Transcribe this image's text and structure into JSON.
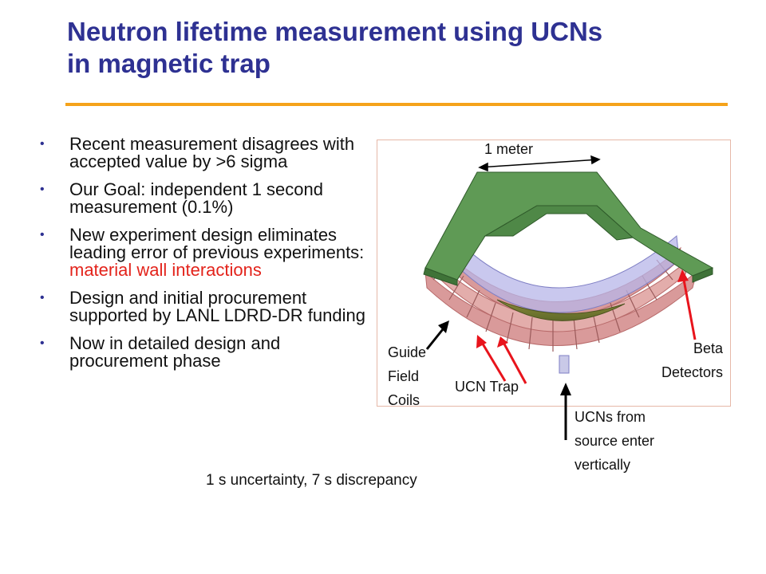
{
  "slide": {
    "title_line1": "Neutron lifetime measurement using UCNs",
    "title_line2": "in magnetic trap",
    "bullets": [
      {
        "text": "Recent measurement disagrees with accepted value by >6 sigma"
      },
      {
        "text": "Our Goal: independent 1 second measurement (0.1%)"
      },
      {
        "text_before": "New experiment design eliminates leading error of previous experiments: ",
        "text_highlight": "material wall interactions"
      },
      {
        "text": "Design and initial procurement supported by LANL LDRD-DR funding"
      },
      {
        "text": "Now in detailed design and procurement phase"
      }
    ],
    "caption": "1 s uncertainty, 7 s discrepancy",
    "colors": {
      "title": "#2e3192",
      "rule": "#f5a31a",
      "highlight": "#e3231b",
      "arrow_red": "#e8141c"
    }
  },
  "figure": {
    "scale_label": "1 meter",
    "labels": {
      "guide_1": "Guide",
      "guide_2": "Field",
      "guide_3": "Coils",
      "trap": "UCN Trap",
      "beta_1": "Beta",
      "beta_2": "Detectors",
      "ucn_1": "UCNs from",
      "ucn_2": "source enter",
      "ucn_3": "vertically"
    }
  }
}
